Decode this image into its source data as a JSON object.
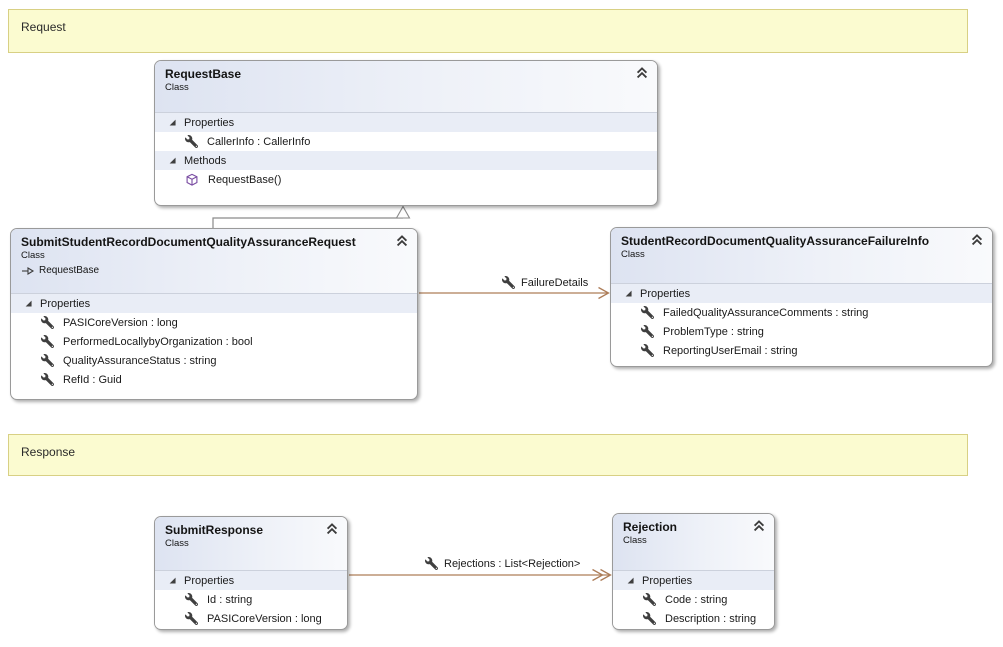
{
  "comments": {
    "request": "Request",
    "response": "Response"
  },
  "classes": {
    "request_base": {
      "name": "RequestBase",
      "kind": "Class",
      "properties_title": "Properties",
      "methods_title": "Methods",
      "properties": [
        "CallerInfo : CallerInfo"
      ],
      "methods": [
        "RequestBase()"
      ]
    },
    "submit_request": {
      "name": "SubmitStudentRecordDocumentQualityAssuranceRequest",
      "kind": "Class",
      "inherits": "RequestBase",
      "properties_title": "Properties",
      "properties": [
        "PASICoreVersion : long",
        "PerformedLocallybyOrganization : bool",
        "QualityAssuranceStatus : string",
        "RefId : Guid"
      ]
    },
    "failure_info": {
      "name": "StudentRecordDocumentQualityAssuranceFailureInfo",
      "kind": "Class",
      "properties_title": "Properties",
      "properties": [
        "FailedQualityAssuranceComments : string",
        "ProblemType : string",
        "ReportingUserEmail : string"
      ]
    },
    "submit_response": {
      "name": "SubmitResponse",
      "kind": "Class",
      "properties_title": "Properties",
      "properties": [
        "Id : string",
        "PASICoreVersion : long"
      ]
    },
    "rejection": {
      "name": "Rejection",
      "kind": "Class",
      "properties_title": "Properties",
      "properties": [
        "Code : string",
        "Description : string"
      ]
    }
  },
  "connectors": {
    "failure_details": {
      "label": "FailureDetails"
    },
    "rejections": {
      "label": "Rejections : List<Rejection>"
    },
    "inheritance": {
      "from": "SubmitStudentRecordDocumentQualityAssuranceRequest",
      "to": "RequestBase"
    }
  },
  "colors": {
    "association_line": "#ad7d58",
    "inheritance_line": "#8a8a8a",
    "comment_bg": "#fbfbd0",
    "comment_border": "#d8d084",
    "section_header_bg": "#e9edf6",
    "class_header_gradient_start": "#dde3f1",
    "class_header_gradient_end": "#f9fafc",
    "method_icon": "#7b4ea3",
    "icon_dark": "#3f3f3f"
  }
}
